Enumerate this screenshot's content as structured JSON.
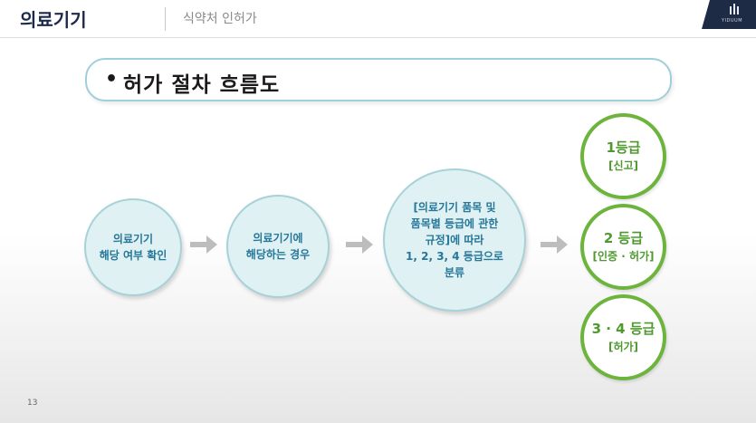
{
  "header": {
    "title": "의료기기",
    "subtitle": "식약처 인허가",
    "logo_text": "YIDUUM"
  },
  "heading": {
    "bullet": "•",
    "text": "허가 절차 흐름도"
  },
  "flow": {
    "step1": {
      "line1": "의료기기",
      "line2": "해당 여부 확인"
    },
    "step2": {
      "line1": "의료기기에",
      "line2": "해당하는 경우"
    },
    "step3": {
      "line1": "[의료기기 품목 및",
      "line2": "품목별 등급에 관한",
      "line3": "규정]에 따라",
      "line4": "1, 2, 3, 4 등급으로",
      "line5": "분류"
    }
  },
  "grades": [
    {
      "label": "1등급",
      "note": "[신고]"
    },
    {
      "label": "2 등급",
      "note": "[인증 · 허가]"
    },
    {
      "label": "3 · 4 등급",
      "note": "[허가]"
    }
  ],
  "page_number": "13",
  "colors": {
    "navy": "#1c2a4a",
    "teal_text": "#27779a",
    "circle_fill": "#dff1f2",
    "green": "#6db43d"
  }
}
